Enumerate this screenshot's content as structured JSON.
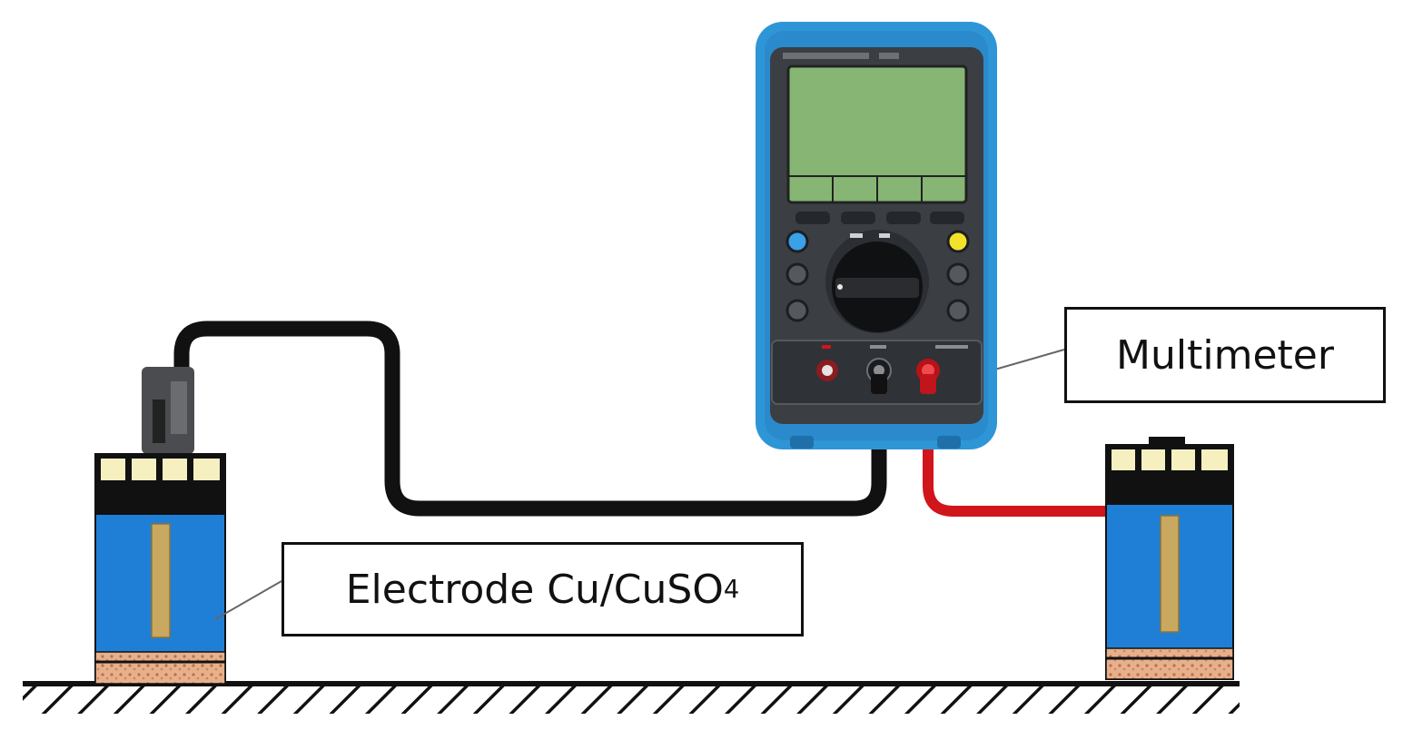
{
  "labels": {
    "multimeter": "Multimeter",
    "electrode_main": "Electrode Cu/CuSO",
    "electrode_subscript": "4"
  },
  "colors": {
    "meter_case": "#2e96d6",
    "meter_body": "#3b3f44",
    "lcd_screen": "#86b574",
    "wire_black": "#111111",
    "wire_red": "#d0151b",
    "electrode_solution": "#1f7fd6",
    "copper_rod": "#c9a860",
    "ground_hatch": "#111111"
  },
  "icons": {
    "rotary_dial": "rotary-dial-icon",
    "com_jack": "black-jack-icon",
    "volt_jack": "red-jack-icon"
  }
}
